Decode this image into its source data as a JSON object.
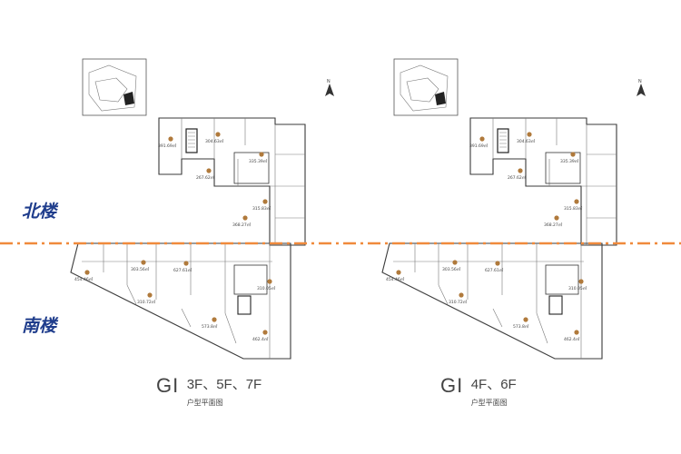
{
  "zones": {
    "north": "北楼",
    "south": "南楼"
  },
  "plans": [
    {
      "code": "GI",
      "floors": "3F、5F、7F",
      "subtitle": "户型平面图",
      "rooms": [
        "391.69㎡",
        "304.63㎡",
        "267.62㎡",
        "335.39㎡",
        "315.83㎡",
        "368.27㎡",
        "454.46㎡",
        "303.56㎡",
        "627.61㎡",
        "310.05㎡",
        "310.72㎡",
        "573.8㎡",
        "462.4㎡"
      ]
    },
    {
      "code": "GI",
      "floors": "4F、6F",
      "subtitle": "户型平面图",
      "rooms": [
        "391.69㎡",
        "304.63㎡",
        "267.62㎡",
        "335.39㎡",
        "315.83㎡",
        "368.27㎡",
        "454.46㎡",
        "303.56㎡",
        "627.61㎡",
        "310.05㎡",
        "310.72㎡",
        "573.8㎡",
        "462.4㎡"
      ]
    }
  ],
  "colors": {
    "divider": "#f08a3c",
    "zone_text": "#1f3d8c",
    "marker": "#b07a3c"
  },
  "icons": [
    "north-arrow-icon",
    "key-plan-icon"
  ]
}
